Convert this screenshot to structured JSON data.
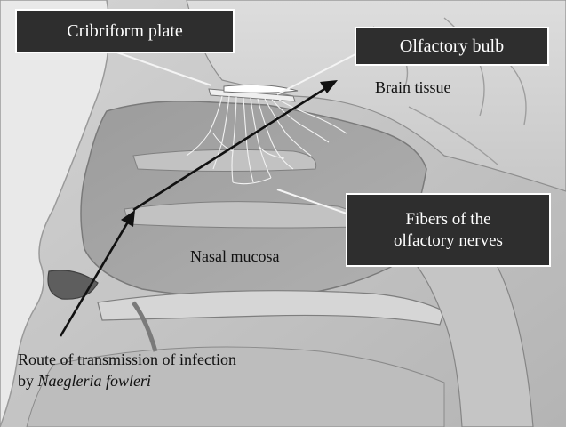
{
  "labels": {
    "cribriform_plate": "Cribriform plate",
    "olfactory_bulb": "Olfactory bulb",
    "brain_tissue": "Brain tissue",
    "fibers_line1": "Fibers of the",
    "fibers_line2": "olfactory nerves",
    "nasal_mucosa": "Nasal mucosa",
    "route_line1": "Route of transmission of infection",
    "route_prefix": "by ",
    "route_organism": "Naegleria fowleri"
  },
  "colors": {
    "label_box_fill": "#2e2e2e",
    "label_box_text": "#ffffff",
    "arrow": "#111111"
  }
}
